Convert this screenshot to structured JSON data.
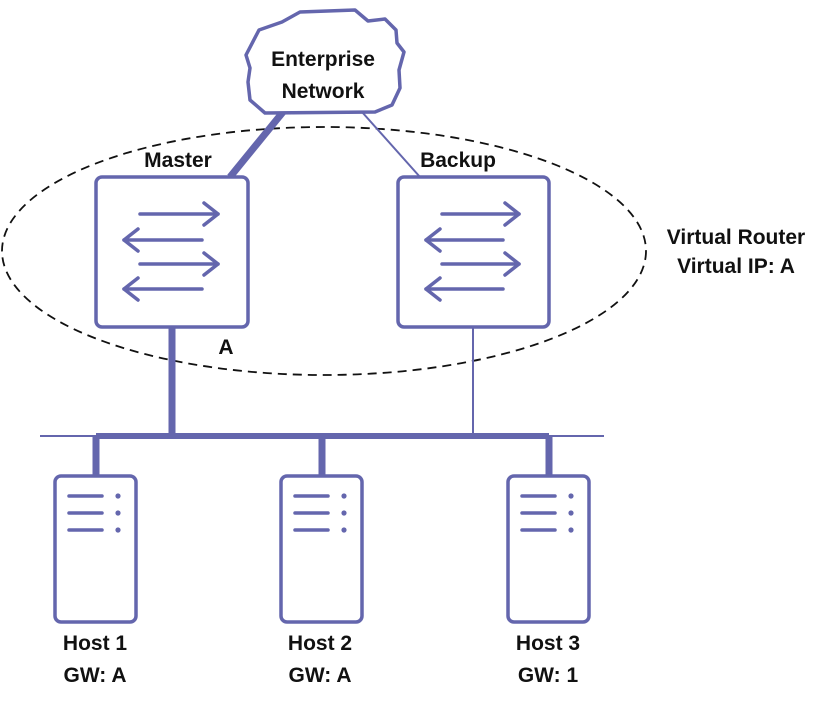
{
  "colors": {
    "stroke": "#6466ad",
    "dash": "#111111",
    "text": "#111111",
    "background": "#ffffff"
  },
  "cloud": {
    "line1": "Enterprise",
    "line2": "Network",
    "icon": "cloud-icon"
  },
  "virtual_router": {
    "title": "Virtual Router",
    "vip": "Virtual IP: A"
  },
  "routers": {
    "master": {
      "label": "Master",
      "ip": "A",
      "icon": "router-icon"
    },
    "backup": {
      "label": "Backup",
      "icon": "router-icon"
    }
  },
  "hosts": [
    {
      "name": "Host 1",
      "gw": "GW: A",
      "icon": "server-icon"
    },
    {
      "name": "Host 2",
      "gw": "GW: A",
      "icon": "server-icon"
    },
    {
      "name": "Host 3",
      "gw": "GW: 1",
      "icon": "server-icon"
    }
  ]
}
